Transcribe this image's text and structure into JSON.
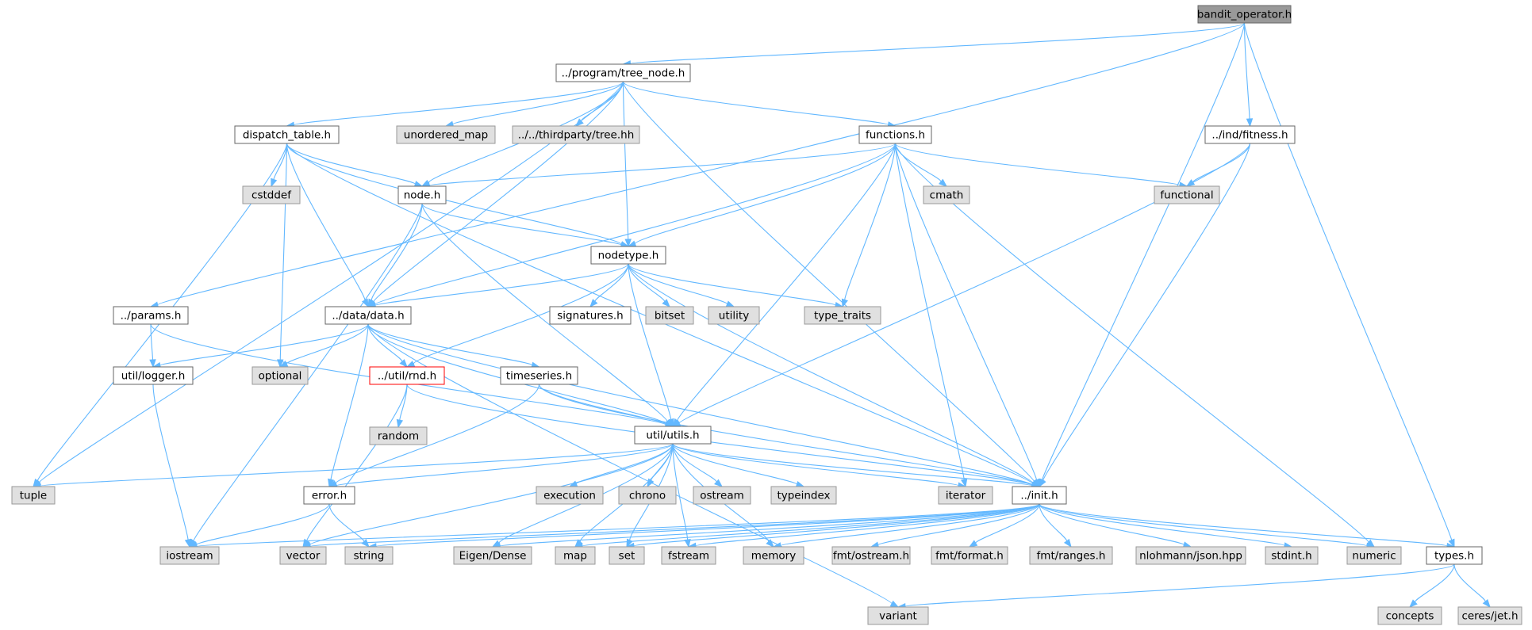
{
  "colors": {
    "edge": "#63b8ff",
    "root_fill": "#999999",
    "root_stroke": "#666666",
    "file_fill": "#ffffff",
    "file_stroke": "#666666",
    "system_fill": "#e0e0e0",
    "system_stroke": "#999999",
    "highlight_stroke": "#ff0000"
  },
  "graph": {
    "title": "bandit_operator.h",
    "nodes": [
      {
        "id": "bandit",
        "label": "bandit_operator.h",
        "kind": "root"
      },
      {
        "id": "tree_node",
        "label": "../program/tree_node.h",
        "kind": "file"
      },
      {
        "id": "fitness",
        "label": "../ind/fitness.h",
        "kind": "file"
      },
      {
        "id": "dispatch",
        "label": "dispatch_table.h",
        "kind": "file"
      },
      {
        "id": "unordered_map",
        "label": "unordered_map",
        "kind": "system"
      },
      {
        "id": "tree_hh",
        "label": "../../thirdparty/tree.hh",
        "kind": "system"
      },
      {
        "id": "functions",
        "label": "functions.h",
        "kind": "file"
      },
      {
        "id": "node",
        "label": "node.h",
        "kind": "file"
      },
      {
        "id": "cstddef",
        "label": "cstddef",
        "kind": "system"
      },
      {
        "id": "cmath",
        "label": "cmath",
        "kind": "system"
      },
      {
        "id": "functional",
        "label": "functional",
        "kind": "system"
      },
      {
        "id": "nodetype",
        "label": "nodetype.h",
        "kind": "file"
      },
      {
        "id": "params",
        "label": "../params.h",
        "kind": "file"
      },
      {
        "id": "data",
        "label": "../data/data.h",
        "kind": "file"
      },
      {
        "id": "signatures",
        "label": "signatures.h",
        "kind": "file"
      },
      {
        "id": "bitset",
        "label": "bitset",
        "kind": "system"
      },
      {
        "id": "utility",
        "label": "utility",
        "kind": "system"
      },
      {
        "id": "type_traits",
        "label": "type_traits",
        "kind": "system"
      },
      {
        "id": "logger",
        "label": "util/logger.h",
        "kind": "file"
      },
      {
        "id": "optional",
        "label": "optional",
        "kind": "system"
      },
      {
        "id": "rnd",
        "label": "../util/rnd.h",
        "kind": "highlight"
      },
      {
        "id": "timeseries",
        "label": "timeseries.h",
        "kind": "file"
      },
      {
        "id": "random",
        "label": "random",
        "kind": "system"
      },
      {
        "id": "utils",
        "label": "util/utils.h",
        "kind": "file"
      },
      {
        "id": "tuple",
        "label": "tuple",
        "kind": "system"
      },
      {
        "id": "error",
        "label": "error.h",
        "kind": "file"
      },
      {
        "id": "execution",
        "label": "execution",
        "kind": "system"
      },
      {
        "id": "chrono",
        "label": "chrono",
        "kind": "system"
      },
      {
        "id": "ostream",
        "label": "ostream",
        "kind": "system"
      },
      {
        "id": "typeindex",
        "label": "typeindex",
        "kind": "system"
      },
      {
        "id": "iterator",
        "label": "iterator",
        "kind": "system"
      },
      {
        "id": "init",
        "label": "../init.h",
        "kind": "file"
      },
      {
        "id": "iostream",
        "label": "iostream",
        "kind": "system"
      },
      {
        "id": "vector",
        "label": "vector",
        "kind": "system"
      },
      {
        "id": "string",
        "label": "string",
        "kind": "system"
      },
      {
        "id": "eigen",
        "label": "Eigen/Dense",
        "kind": "system"
      },
      {
        "id": "map",
        "label": "map",
        "kind": "system"
      },
      {
        "id": "set",
        "label": "set",
        "kind": "system"
      },
      {
        "id": "fstream",
        "label": "fstream",
        "kind": "system"
      },
      {
        "id": "memory",
        "label": "memory",
        "kind": "system"
      },
      {
        "id": "fmt_ostream",
        "label": "fmt/ostream.h",
        "kind": "system"
      },
      {
        "id": "fmt_format",
        "label": "fmt/format.h",
        "kind": "system"
      },
      {
        "id": "fmt_ranges",
        "label": "fmt/ranges.h",
        "kind": "system"
      },
      {
        "id": "json",
        "label": "nlohmann/json.hpp",
        "kind": "system"
      },
      {
        "id": "stdint",
        "label": "stdint.h",
        "kind": "system"
      },
      {
        "id": "numeric",
        "label": "numeric",
        "kind": "system"
      },
      {
        "id": "types",
        "label": "types.h",
        "kind": "file"
      },
      {
        "id": "variant",
        "label": "variant",
        "kind": "system"
      },
      {
        "id": "concepts",
        "label": "concepts",
        "kind": "system"
      },
      {
        "id": "ceres",
        "label": "ceres/jet.h",
        "kind": "system"
      }
    ],
    "edges": [
      [
        "bandit",
        "tree_node"
      ],
      [
        "bandit",
        "params"
      ],
      [
        "bandit",
        "fitness"
      ],
      [
        "bandit",
        "init"
      ],
      [
        "bandit",
        "types"
      ],
      [
        "tree_node",
        "dispatch"
      ],
      [
        "tree_node",
        "unordered_map"
      ],
      [
        "tree_node",
        "tree_hh"
      ],
      [
        "tree_node",
        "functions"
      ],
      [
        "tree_node",
        "node"
      ],
      [
        "tree_node",
        "nodetype"
      ],
      [
        "tree_node",
        "data"
      ],
      [
        "tree_node",
        "tuple"
      ],
      [
        "tree_node",
        "init"
      ],
      [
        "fitness",
        "functional"
      ],
      [
        "fitness",
        "utils"
      ],
      [
        "fitness",
        "init"
      ],
      [
        "dispatch",
        "cstddef"
      ],
      [
        "dispatch",
        "node"
      ],
      [
        "dispatch",
        "nodetype"
      ],
      [
        "dispatch",
        "data"
      ],
      [
        "dispatch",
        "optional"
      ],
      [
        "dispatch",
        "tuple"
      ],
      [
        "dispatch",
        "init"
      ],
      [
        "functions",
        "node"
      ],
      [
        "functions",
        "nodetype"
      ],
      [
        "functions",
        "data"
      ],
      [
        "functions",
        "cmath"
      ],
      [
        "functions",
        "functional"
      ],
      [
        "functions",
        "type_traits"
      ],
      [
        "functions",
        "utils"
      ],
      [
        "functions",
        "iterator"
      ],
      [
        "functions",
        "numeric"
      ],
      [
        "functions",
        "init"
      ],
      [
        "node",
        "nodetype"
      ],
      [
        "node",
        "data"
      ],
      [
        "node",
        "utils"
      ],
      [
        "node",
        "iostream"
      ],
      [
        "nodetype",
        "data"
      ],
      [
        "nodetype",
        "signatures"
      ],
      [
        "nodetype",
        "bitset"
      ],
      [
        "nodetype",
        "utility"
      ],
      [
        "nodetype",
        "type_traits"
      ],
      [
        "nodetype",
        "rnd"
      ],
      [
        "nodetype",
        "utils"
      ],
      [
        "nodetype",
        "init"
      ],
      [
        "params",
        "logger"
      ],
      [
        "params",
        "utils"
      ],
      [
        "data",
        "logger"
      ],
      [
        "data",
        "optional"
      ],
      [
        "data",
        "rnd"
      ],
      [
        "data",
        "timeseries"
      ],
      [
        "data",
        "utils"
      ],
      [
        "data",
        "error"
      ],
      [
        "data",
        "variant"
      ],
      [
        "data",
        "init"
      ],
      [
        "logger",
        "iostream"
      ],
      [
        "rnd",
        "random"
      ],
      [
        "rnd",
        "vector"
      ],
      [
        "rnd",
        "init"
      ],
      [
        "timeseries",
        "utils"
      ],
      [
        "timeseries",
        "error"
      ],
      [
        "timeseries",
        "init"
      ],
      [
        "utils",
        "tuple"
      ],
      [
        "utils",
        "error"
      ],
      [
        "utils",
        "execution"
      ],
      [
        "utils",
        "chrono"
      ],
      [
        "utils",
        "ostream"
      ],
      [
        "utils",
        "typeindex"
      ],
      [
        "utils",
        "iterator"
      ],
      [
        "utils",
        "init"
      ],
      [
        "utils",
        "vector"
      ],
      [
        "utils",
        "eigen"
      ],
      [
        "utils",
        "map"
      ],
      [
        "utils",
        "set"
      ],
      [
        "utils",
        "fstream"
      ],
      [
        "utils",
        "memory"
      ],
      [
        "error",
        "iostream"
      ],
      [
        "error",
        "string"
      ],
      [
        "init",
        "iostream"
      ],
      [
        "init",
        "vector"
      ],
      [
        "init",
        "string"
      ],
      [
        "init",
        "eigen"
      ],
      [
        "init",
        "map"
      ],
      [
        "init",
        "set"
      ],
      [
        "init",
        "fstream"
      ],
      [
        "init",
        "memory"
      ],
      [
        "init",
        "fmt_ostream"
      ],
      [
        "init",
        "fmt_format"
      ],
      [
        "init",
        "fmt_ranges"
      ],
      [
        "init",
        "json"
      ],
      [
        "init",
        "stdint"
      ],
      [
        "init",
        "numeric"
      ],
      [
        "init",
        "types"
      ],
      [
        "types",
        "variant"
      ],
      [
        "types",
        "concepts"
      ],
      [
        "types",
        "ceres"
      ]
    ]
  }
}
